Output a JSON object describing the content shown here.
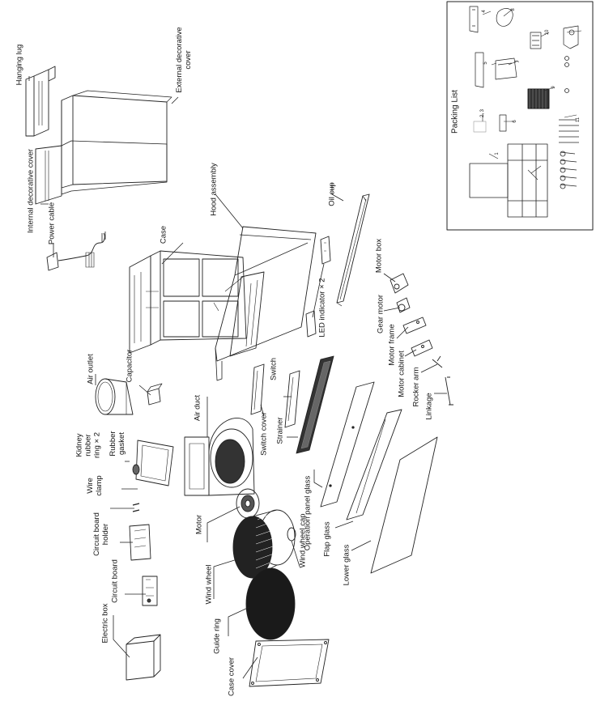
{
  "labels": {
    "hanging_lug": "Hanging lug",
    "external_cover": "External decorative\ncover",
    "internal_cover": "Internal decorative cover",
    "power_cable": "Power cable",
    "case": "Case",
    "hood_assembly": "Hood assembly",
    "oil_cup": "Oil cup",
    "led_indicator": "LED indicator × 2",
    "motor_box": "Motor box",
    "gear_motor": "Gear motor",
    "motor_frame": "Motor frame",
    "motor_cabinet": "Motor cabinet",
    "rocker_arm": "Rocker arm",
    "linkage": "Linkage",
    "air_outlet": "Air outlet",
    "capacitor": "Capacitor",
    "kidney_ring": "Kidney\nrubber\nring × 2",
    "rubber_gasket": "Rubber\ngasket",
    "air_duct": "Air duct",
    "switch": "Switch",
    "switch_cover": "Switch cover",
    "strainer": "Strainer",
    "operation_glass": "Operation panel glass",
    "flap_glass": "Flap glass",
    "lower_glass": "Lower glass",
    "wire_clamp": "Wire\nclamp",
    "board_holder": "Circuit board\nholder",
    "circuit_board": "Circuit board",
    "motor": "Motor",
    "wind_wheel": "Wind wheel",
    "wind_wheel_cap": "Wind wheel cap",
    "guide_ring": "Guide ring",
    "electric_box": "Electric box",
    "case_cover": "Case cover"
  },
  "packing_list": {
    "title": "Packing List",
    "numbers": [
      "1",
      "2, 3",
      "4",
      "5",
      "6",
      "7",
      "8",
      "9",
      "10",
      "11"
    ]
  }
}
